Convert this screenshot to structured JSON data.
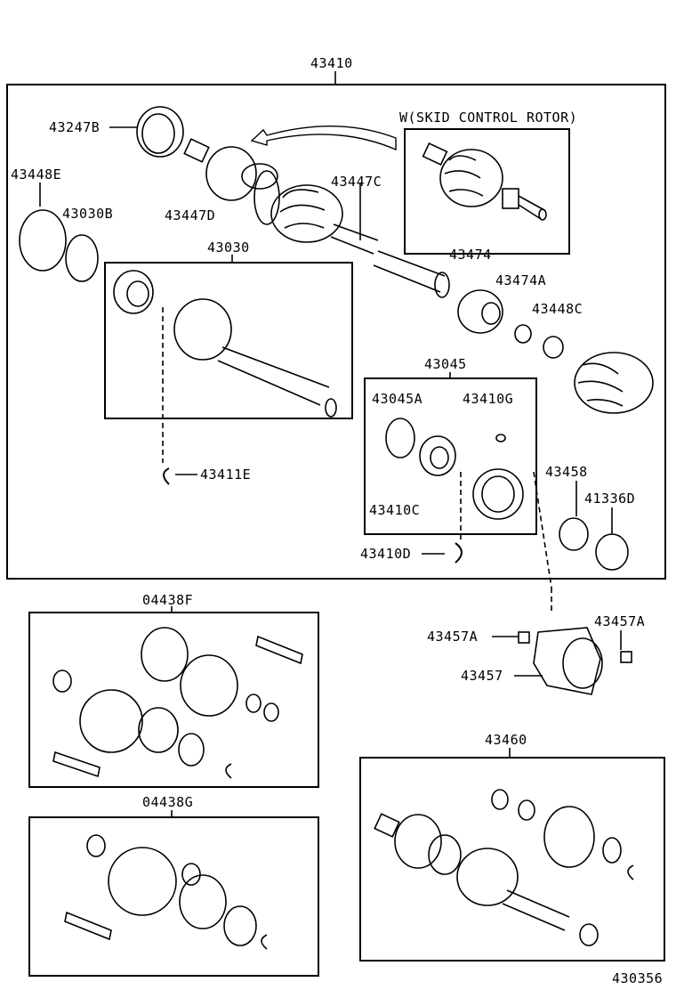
{
  "assembly_label": "43410",
  "variant_label": "W(SKID CONTROL ROTOR)",
  "parts": {
    "p43247B": "43247B",
    "p43448E": "43448E",
    "p43030B": "43030B",
    "p43447D": "43447D",
    "p43447C": "43447C",
    "p43030": "43030",
    "p43474": "43474",
    "p43474A": "43474A",
    "p43448C": "43448C",
    "p43045": "43045",
    "p43045A": "43045A",
    "p43410G": "43410G",
    "p43410C": "43410C",
    "p43410D": "43410D",
    "p43411E": "43411E",
    "p43458": "43458",
    "p41336D": "41336D",
    "p43457A_left": "43457A",
    "p43457A_right": "43457A",
    "p43457": "43457",
    "p04438F": "04438F",
    "p04438G": "04438G",
    "p43460": "43460"
  },
  "figure_number": "430356"
}
